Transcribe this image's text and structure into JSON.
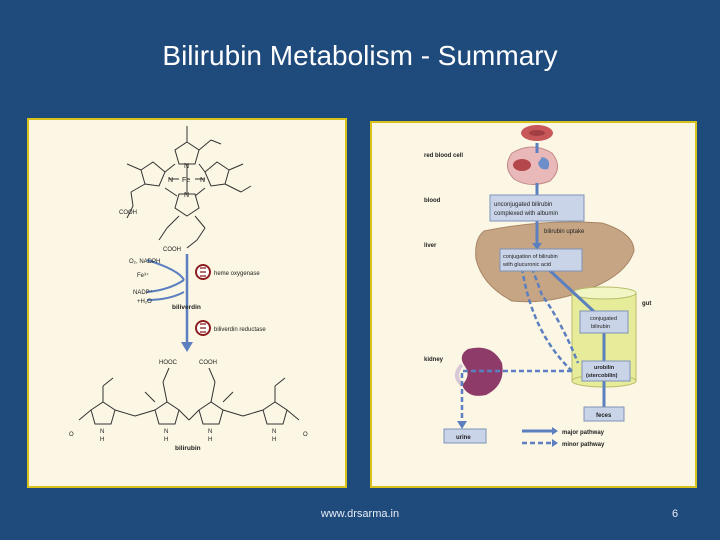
{
  "slide": {
    "title": "Bilirubin Metabolism - Summary",
    "footer_url": "www.drsarma.in",
    "page_number": "6"
  },
  "left_diagram": {
    "heme_labels": {
      "n_top": "N",
      "n_left": "N",
      "fe": "Fe",
      "n_right": "N",
      "n_bottom": "N"
    },
    "cooh_left": "COOH",
    "cooh_bottom": "COOH",
    "cofactors_in": "O₂, NADPH",
    "fe_out": "Fe³⁺",
    "cofactors_out_1": "NADP⁺",
    "cofactors_out_2": "+H₂O",
    "enzyme_1": "heme oxygenase",
    "intermediate": "biliverdin",
    "enzyme_2": "biliverdin reductase",
    "hooc_1": "HOOC",
    "cooh_2": "COOH",
    "bilirubin_atoms": {
      "o_left": "O",
      "o_right": "O",
      "n_1": "N",
      "n_2": "N",
      "n_3": "N",
      "n_4": "N",
      "h_1": "H",
      "h_2": "H",
      "h_3": "H",
      "h_4": "H"
    },
    "product": "bilirubin"
  },
  "right_diagram": {
    "labels": {
      "red_blood_cell": "red blood cell",
      "blood": "blood",
      "liver": "liver",
      "gut": "gut",
      "kidney": "kidney"
    },
    "boxes": {
      "unconjugated": [
        "unconjugated bilirubin",
        "complexed with albumin"
      ],
      "uptake": "bilirubin uptake",
      "conjugation": [
        "conjugation of bilirubin",
        "with glucuronic acid"
      ],
      "conjugated": [
        "conjugated",
        "bilirubin"
      ],
      "urobilin": [
        "urobilin",
        "(stercobilin)"
      ],
      "feces": "feces",
      "urine": "urine"
    },
    "legend": {
      "major": "major pathway",
      "minor": "minor pathway"
    },
    "colors": {
      "arrow": "#5b7fbf",
      "box_fill": "#c9d4e8",
      "liver": "#c6a584",
      "gut": "#e6ec9a",
      "rbc": "#c8575a"
    }
  }
}
